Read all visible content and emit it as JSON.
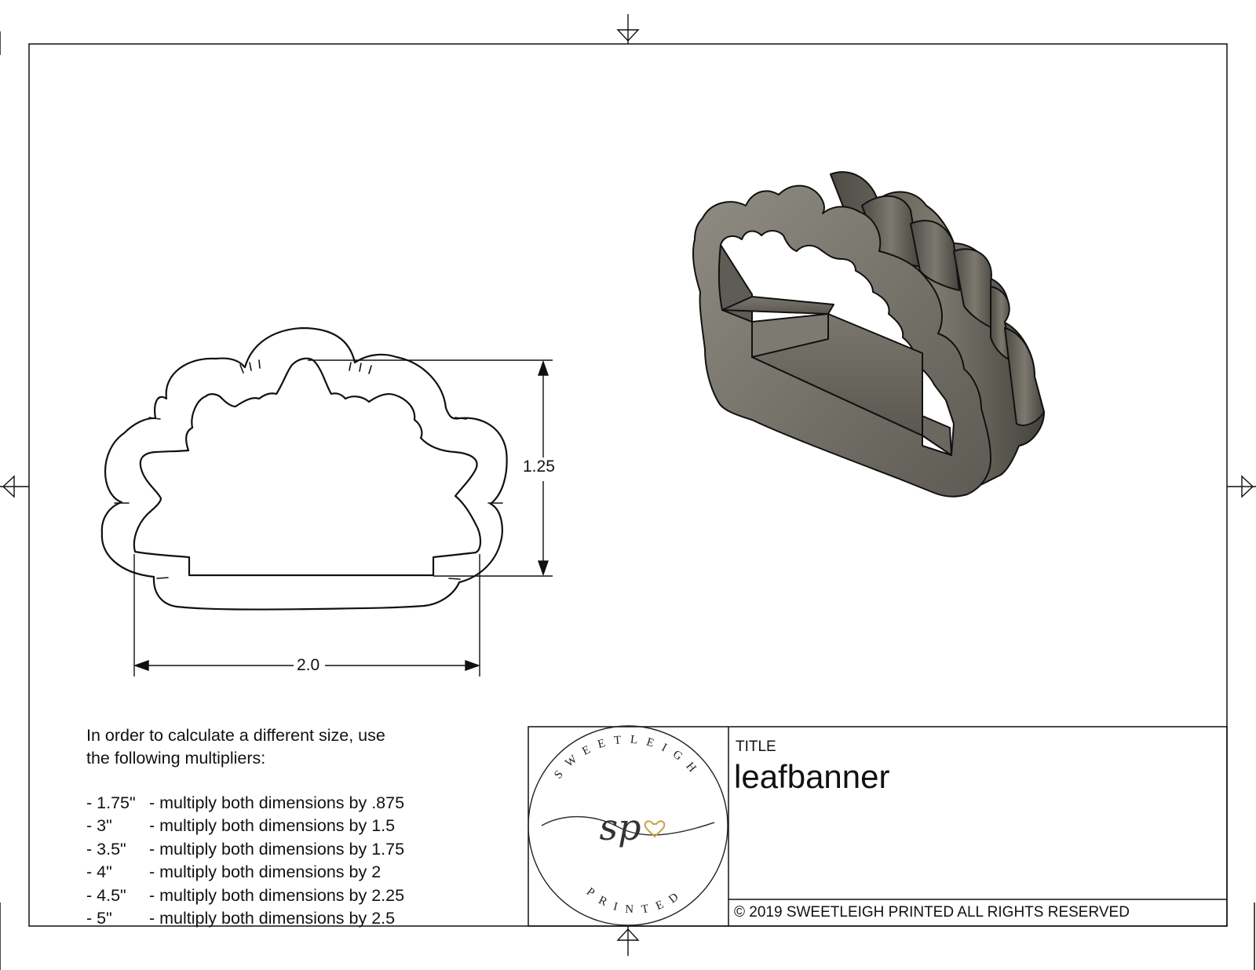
{
  "drawing": {
    "dimensions": {
      "height": "1.25",
      "width": "2.0"
    },
    "instructions": {
      "line1": "In order to calculate a different size, use",
      "line2": "the following multipliers:"
    },
    "multipliers": [
      {
        "size": "- 1.75\"",
        "text": "- multiply both dimensions by .875"
      },
      {
        "size": "- 3\"",
        "text": "- multiply both dimensions by 1.5"
      },
      {
        "size": "- 3.5\"",
        "text": "- multiply both dimensions by 1.75"
      },
      {
        "size": "- 4\"",
        "text": "- multiply both dimensions by 2"
      },
      {
        "size": "- 4.5\"",
        "text": "- multiply both dimensions by 2.25"
      },
      {
        "size": "- 5\"",
        "text": "- multiply both dimensions by 2.5"
      }
    ],
    "title_block": {
      "title_label": "TITLE",
      "name": "leafbanner",
      "copyright": "© 2019  SWEETLEIGH PRINTED  ALL RIGHTS RESERVED"
    },
    "logo": {
      "top_text": "SWEETLEIGH",
      "monogram": "sp",
      "bottom_text": "PRINTED",
      "accent_color": "#c9a24a"
    },
    "colors": {
      "line": "#111111",
      "cutter_body": "#6d6a62",
      "cutter_dark": "#3c3a35",
      "cutter_light": "#8f8c83"
    }
  }
}
